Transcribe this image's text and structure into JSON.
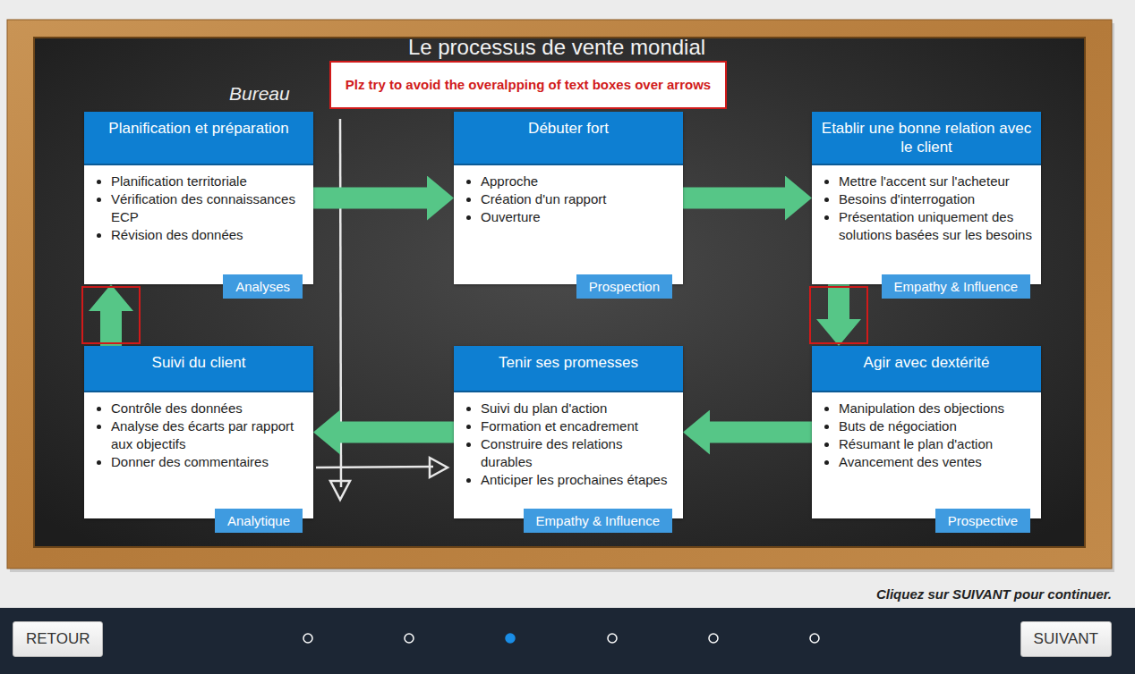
{
  "diagram": {
    "title": "Le processus de vente mondial",
    "nodes": [
      {
        "text": [
          "Plz try to avoid the overalpping of text boxes over arrows"
        ]
      },
      {
        "text": [
          "Planification et préparation",
          "Planification territoriale",
          "Vérification des connaissances ECP",
          "Révision des données"
        ]
      },
      {
        "text": [
          "Analyses"
        ],
        "in": 1
      },
      {
        "text": [
          "Débuter fort",
          "Approche",
          "Création d'un rapport",
          "Ouverture"
        ]
      },
      {
        "text": [
          "Prospection"
        ],
        "in": 3
      },
      {
        "text": [
          "Etablir une bonne relation avec le client",
          "Mettre l'accent sur l'acheteur",
          "Besoins d'interrogation",
          "Présentation uniquement des solutions basées sur les besoins"
        ]
      },
      {
        "text": [
          "Empathy & Influence"
        ],
        "in": 5
      },
      {
        "text": [
          "Suivi du client",
          "Contrôle des données",
          "Analyse des écarts par rapport aux objectifs",
          "Donner des commentaires"
        ]
      },
      {
        "text": [
          "Analytique"
        ],
        "in": 7
      },
      {
        "text": [
          "Tenir ses promesses",
          "Suivi du plan d'action",
          "Formation et encadrement",
          "Construire des relations durables",
          "Anticiper les prochaines étapes"
        ]
      },
      {
        "text": [
          "Empathy & Influence"
        ],
        "in": 9
      },
      {
        "text": [
          "Agir avec dextérité",
          "Manipulation des objections",
          "Buts de négociation",
          "Résumant le plan d'action",
          "Avancement des ventes"
        ]
      },
      {
        "text": [
          "Prospective"
        ],
        "in": 11
      },
      {
        "text": [
          "RETOUR"
        ]
      },
      {
        "text": [
          "SUIVANT"
        ]
      }
    ],
    "edges": [
      {
        "from": 1,
        "to": 3,
        "arrow": "to"
      },
      {
        "from": 3,
        "to": 5,
        "arrow": "to"
      },
      {
        "from": 5,
        "to": 11,
        "arrow": "to"
      },
      {
        "from": 11,
        "to": 9,
        "arrow": "to"
      },
      {
        "from": 9,
        "to": 7,
        "arrow": "to"
      },
      {
        "from": 7,
        "to": 1,
        "arrow": "to"
      }
    ],
    "labels": [
      "Bureau",
      "Cliquez sur SUIVANT pour continuer."
    ]
  }
}
